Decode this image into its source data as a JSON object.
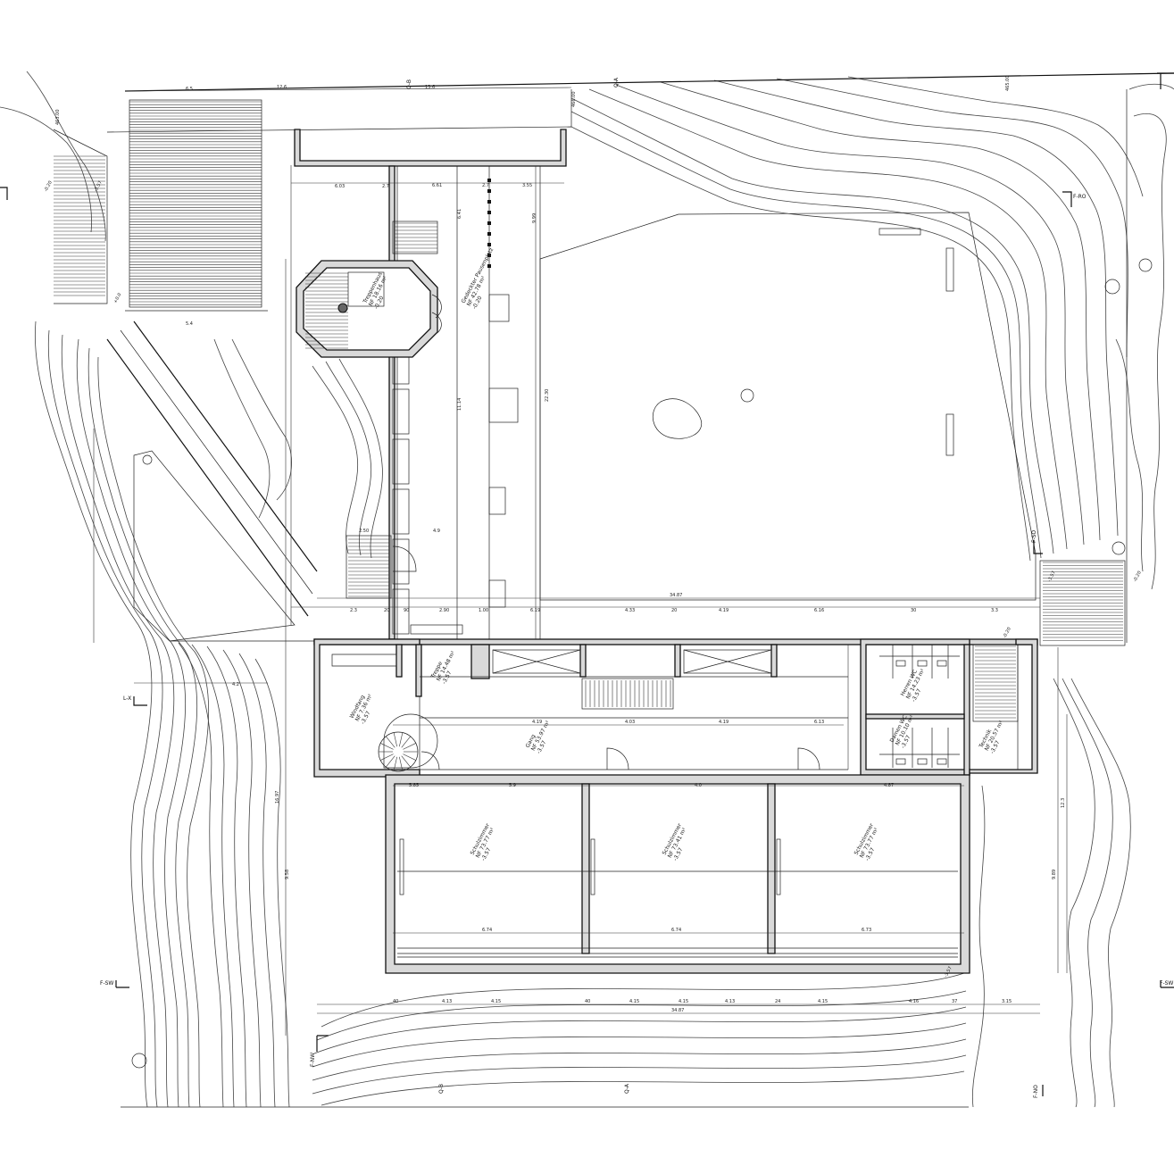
{
  "rooms": [
    {
      "name": "Schulzimmer",
      "area": "NF 73.77 m²",
      "level": "-3.57"
    },
    {
      "name": "Schulzimmer",
      "area": "NF 73.41 m²",
      "level": "-3.57"
    },
    {
      "name": "Schulzimmer",
      "area": "NF 73.77 m²",
      "level": "-3.57"
    },
    {
      "name": "Gang",
      "area": "NF 53.97 m²",
      "level": "-3.57"
    },
    {
      "name": "Treppenhaus",
      "area": "NF 18.16 m²",
      "level": "-0.20"
    },
    {
      "name": "Technik",
      "area": "NF 20.57 m²",
      "level": "-3.57"
    },
    {
      "name": "Herren WC",
      "area": "NF 14.23 m²",
      "level": "-3.57"
    },
    {
      "name": "Damen WC",
      "area": "NF 10.10 m²",
      "level": "-3.57"
    },
    {
      "name": "Treppe",
      "area": "NF 14.48 m²",
      "level": "-3.57"
    },
    {
      "name": "Gedeckter Pausenplatz",
      "area": "NF 42.78 m²",
      "level": "-0.20"
    },
    {
      "name": "Windfang",
      "area": "NF 7.36 m²",
      "level": "-3.57"
    }
  ],
  "axes": [
    "Q-B",
    "Q-A",
    "F-RO",
    "F-SO",
    "F-SW",
    "F-SW",
    "F-NW",
    "L-X",
    "Q-B",
    "Q-A",
    "F-NO"
  ],
  "dimensions": {
    "overall": [
      "34.87",
      "34.87"
    ],
    "top_row": [
      "2.3",
      "20",
      "90",
      "2.90",
      "1.00",
      "6.19",
      "4.33",
      "20",
      "4.19",
      "6.16",
      "30",
      "3.3",
      "6.03",
      "2.7"
    ],
    "bottom_row": [
      "40",
      "4.13",
      "4.15",
      "40",
      "4.15",
      "4.15",
      "4.13",
      "24",
      "4.15",
      "37",
      "3.15",
      "4.16"
    ],
    "class_row": [
      "6.74",
      "6.74",
      "6.73"
    ],
    "corridor_row": [
      "4.19",
      "4.03",
      "4.19",
      "6.13"
    ],
    "vertical": [
      "22.30",
      "16.97",
      "9.58",
      "9.89",
      "12.3"
    ],
    "misc": [
      "13.6",
      "12.6",
      "6.5",
      "5.4",
      "4.2",
      "6.61",
      "2.7",
      "3.55",
      "2.50",
      "4.9",
      "6.41",
      "11.14",
      "9.99",
      "5.85",
      "5.9",
      "4.0",
      "4.87"
    ]
  },
  "levels": [
    "-0.20",
    "-3.57",
    "+0.0",
    "-0.20",
    "-3.57",
    "-3.57",
    "-0.20",
    "465.00",
    "463.00",
    "466.00"
  ]
}
